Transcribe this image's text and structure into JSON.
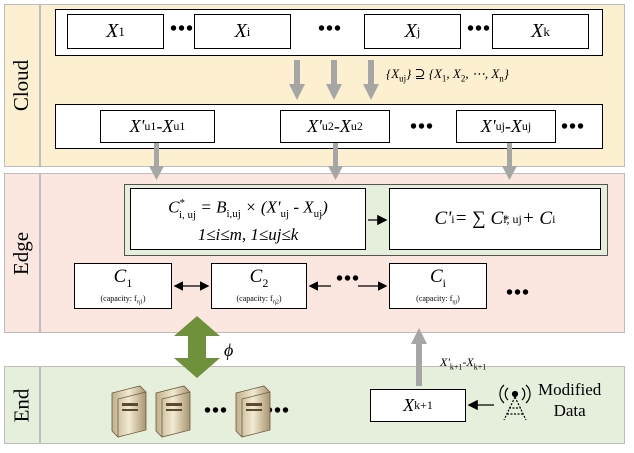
{
  "layers": {
    "cloud": "Cloud",
    "edge": "Edge",
    "end": "End"
  },
  "cloud": {
    "items": [
      "X",
      "X",
      "X",
      "X"
    ],
    "item_subs": [
      "1",
      "i",
      "j",
      "k"
    ],
    "dots": "•••",
    "subset_label": "{X",
    "subset_sub": "uj",
    "subset_mid": "} ⊇ {X",
    "subset_rest": ", X",
    "subset_tail": ", ⋯, X",
    "subset_end": "}",
    "subset_subs": [
      "1",
      "2",
      "n"
    ],
    "diffs": [
      {
        "a": "X'",
        "asub": "u1",
        "b": "-X",
        "bsub": "u1"
      },
      {
        "a": "X'",
        "asub": "u2",
        "b": "-X",
        "bsub": "u2"
      },
      {
        "a": "X'",
        "asub": "uj",
        "b": "-X",
        "bsub": "uj"
      }
    ]
  },
  "edge": {
    "formula_line1": "C",
    "formula_sup": "*",
    "formula_sub": "i, uj",
    "formula_eq": " = B",
    "formula_bsub": "i,uj",
    "formula_rest": " × (X'",
    "formula_uj": "uj",
    "formula_minus": " - X",
    "formula_uj2": "uj",
    "formula_close": ")",
    "formula_line2": "1≤i≤m, 1≤uj≤k",
    "result_left": "C'",
    "result_sub": "i",
    "result_eq": " = ∑ C",
    "result_sup": "*",
    "result_sub2": "i, uj",
    "result_plus": " + C",
    "result_sub3": "i",
    "nodes": [
      {
        "name": "C",
        "sub": "1",
        "cap": "(capacity:  f",
        "capsub": "η1",
        "capend": ")"
      },
      {
        "name": "C",
        "sub": "2",
        "cap": "(capacity:  f",
        "capsub": "η2",
        "capend": ")"
      },
      {
        "name": "C",
        "sub": "i",
        "cap": "(capacity:  f",
        "capsub": "ηi",
        "capend": ")"
      }
    ]
  },
  "end": {
    "phi": "ϕ",
    "xk_label": "X",
    "xk_sub": "k+1",
    "update_a": "X'",
    "update_asub": "k+1",
    "update_b": "-X",
    "update_bsub": "k+1",
    "modified": "Modified",
    "data": "Data"
  },
  "colors": {
    "cloud_bg": "#fdf0d0",
    "edge_bg": "#fbe7df",
    "end_bg": "#e5efdc",
    "arrow_gray": "#a6a6a6",
    "arrow_green": "#70913b"
  }
}
